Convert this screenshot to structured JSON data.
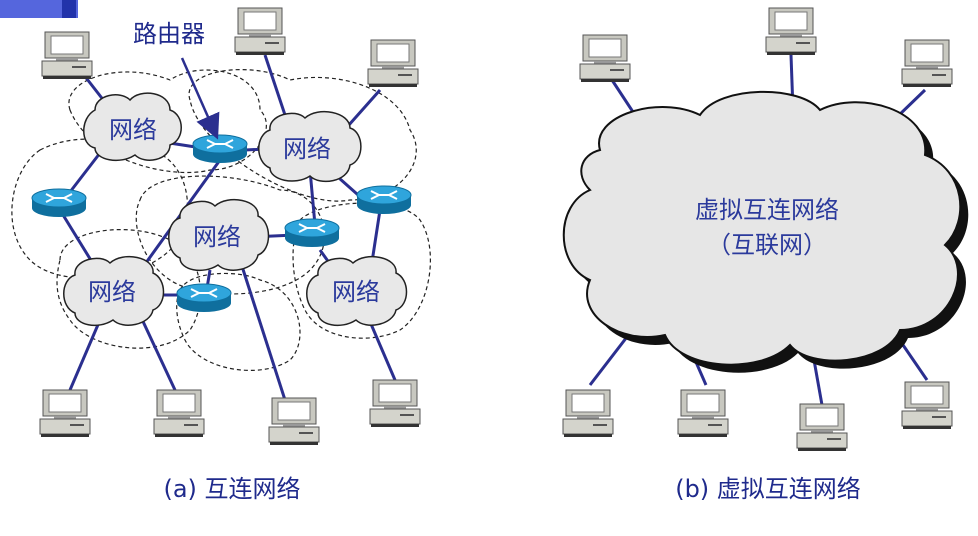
{
  "left": {
    "router_label": "路由器",
    "network_label": "网络",
    "caption": "(a) 互连网络"
  },
  "right": {
    "cloud_line1": "虚拟互连网络",
    "cloud_line2": "（互联网）",
    "caption": "(b) 虚拟互连网络"
  },
  "colors": {
    "link": "#2b2f8f",
    "router": "#1a8fc4",
    "cloud_fill": "#e6e6e6",
    "text": "#1f2a8c"
  },
  "icons": [
    "computer-icon",
    "router-icon",
    "network-cloud-icon",
    "arrow-icon"
  ]
}
